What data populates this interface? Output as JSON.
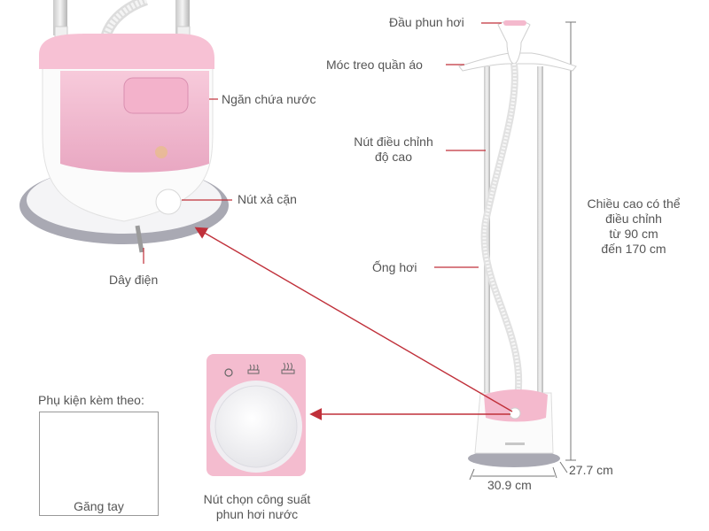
{
  "labels": {
    "nozzle": "Đầu phun hơi",
    "hanger": "Móc treo quần áo",
    "tank": "Ngăn chứa nước",
    "height_knob": "Nút điều chỉnh\nđộ cao",
    "drain": "Nút xả cặn",
    "steam_hose": "Ống hơi",
    "power_cord": "Dây điện",
    "height_range": "Chiều cao có thể\nđiều chỉnh\ntừ 90 cm\nđến 170 cm",
    "depth": "27.7 cm",
    "width": "30.9 cm",
    "power_knob": "Nút chọn công suất\nphun hơi nước",
    "accessories": "Phụ kiện kèm theo:",
    "gloves": "Găng tay"
  },
  "colors": {
    "pink": "#f4b9cd",
    "pink_dark": "#e79bb8",
    "grey_base": "#a9a9b3",
    "arrow_red": "#c0303a"
  },
  "icons": [
    "steam-off-icon",
    "steam-low-icon",
    "steam-high-icon"
  ]
}
